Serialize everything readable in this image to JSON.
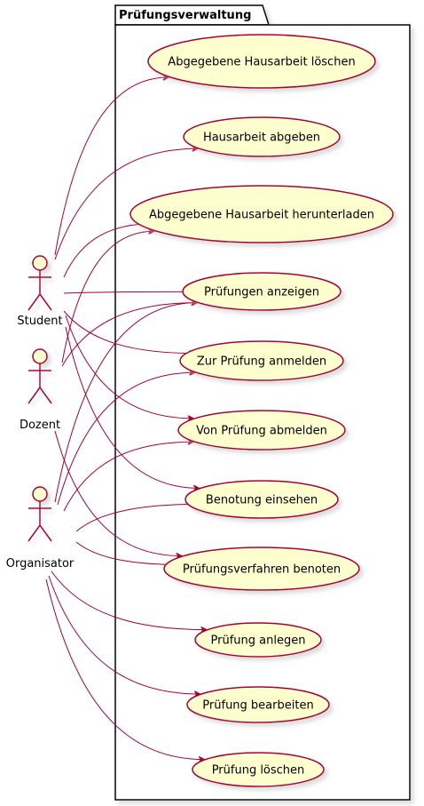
{
  "package": {
    "title": "Prüfungsverwaltung"
  },
  "actors": [
    {
      "id": "student",
      "label": "Student"
    },
    {
      "id": "dozent",
      "label": "Dozent"
    },
    {
      "id": "organisator",
      "label": "Organisator"
    }
  ],
  "use_cases": [
    {
      "id": "loeschen_hausarbeit",
      "label": "Abgegebene Hausarbeit löschen"
    },
    {
      "id": "abgeben",
      "label": "Hausarbeit abgeben"
    },
    {
      "id": "herunterladen",
      "label": "Abgegebene Hausarbeit herunterladen"
    },
    {
      "id": "anzeigen",
      "label": "Prüfungen anzeigen"
    },
    {
      "id": "anmelden",
      "label": "Zur Prüfung anmelden"
    },
    {
      "id": "abmelden",
      "label": "Von Prüfung abmelden"
    },
    {
      "id": "einsehen",
      "label": "Benotung einsehen"
    },
    {
      "id": "benoten",
      "label": "Prüfungsverfahren benoten"
    },
    {
      "id": "anlegen",
      "label": "Prüfung anlegen"
    },
    {
      "id": "bearbeiten",
      "label": "Prüfung bearbeiten"
    },
    {
      "id": "loeschen_pruefung",
      "label": "Prüfung löschen"
    }
  ],
  "associations": [
    {
      "from": "student",
      "to": "loeschen_hausarbeit"
    },
    {
      "from": "student",
      "to": "abgeben"
    },
    {
      "from": "student",
      "to": "herunterladen"
    },
    {
      "from": "student",
      "to": "anzeigen"
    },
    {
      "from": "student",
      "to": "anmelden"
    },
    {
      "from": "student",
      "to": "abmelden"
    },
    {
      "from": "student",
      "to": "einsehen"
    },
    {
      "from": "dozent",
      "to": "herunterladen"
    },
    {
      "from": "dozent",
      "to": "anzeigen"
    },
    {
      "from": "dozent",
      "to": "benoten"
    },
    {
      "from": "organisator",
      "to": "anzeigen"
    },
    {
      "from": "organisator",
      "to": "anmelden"
    },
    {
      "from": "organisator",
      "to": "abmelden"
    },
    {
      "from": "organisator",
      "to": "einsehen"
    },
    {
      "from": "organisator",
      "to": "benoten"
    },
    {
      "from": "organisator",
      "to": "anlegen"
    },
    {
      "from": "organisator",
      "to": "bearbeiten"
    },
    {
      "from": "organisator",
      "to": "loeschen_pruefung"
    }
  ],
  "colors": {
    "actor_stroke": "#A80036",
    "actor_fill": "#FEFECE",
    "usecase_stroke": "#A80036",
    "usecase_fill": "#FEFECE",
    "edge": "#A80036",
    "package_stroke": "#000000",
    "shadow": "#BBBBBB"
  }
}
